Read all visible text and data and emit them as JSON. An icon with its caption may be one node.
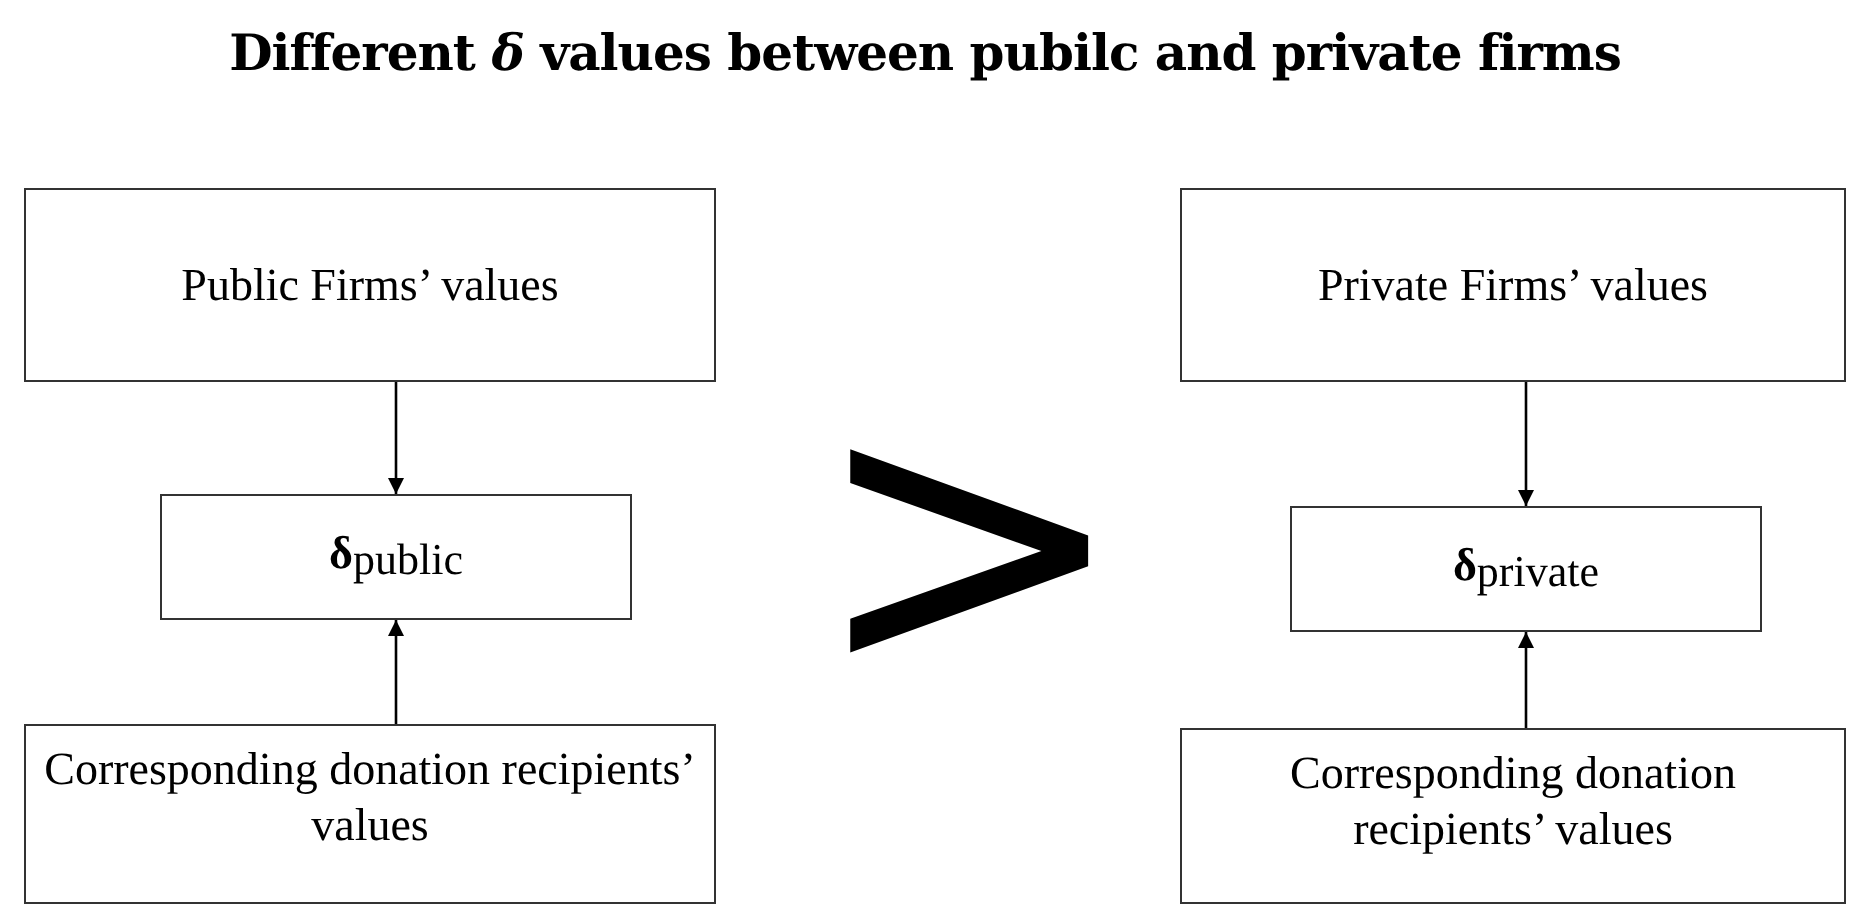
{
  "diagram": {
    "title": "Different *δ* values between pubilc and private firms",
    "nodes": [
      {
        "text": [
          "Public Firms’ values"
        ]
      },
      {
        "text": [
          "**δ**$_{public}$"
        ]
      },
      {
        "text": [
          "Corresponding donation recipients’ values"
        ]
      },
      {
        "text": [
          "Private Firms’ values"
        ]
      },
      {
        "text": [
          "**δ**$_{private}$"
        ]
      },
      {
        "text": [
          "Corresponding donation recipients’ values"
        ]
      }
    ],
    "edges": [
      {
        "from": 0,
        "to": 1,
        "arrow": "to"
      },
      {
        "from": 2,
        "to": 1,
        "arrow": "to"
      },
      {
        "from": 3,
        "to": 4,
        "arrow": "to"
      },
      {
        "from": 5,
        "to": 4,
        "arrow": "to"
      }
    ],
    "labels": [
      ">"
    ]
  }
}
